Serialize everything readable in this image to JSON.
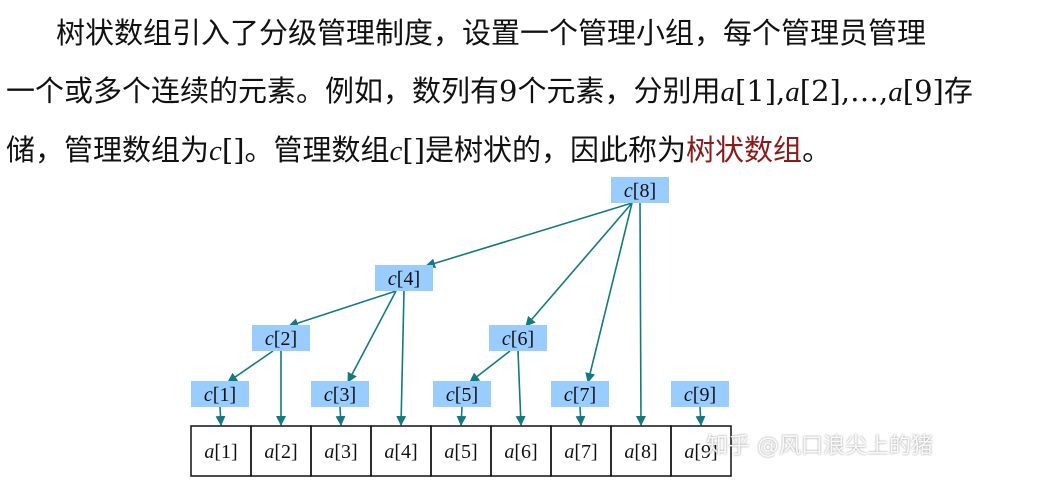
{
  "paragraph": {
    "line1": "树状数组引入了分级管理制度，设置一个管理小组，每个管理员管理",
    "line2_a": "一个或多个连续的元素。例如，数列有9个元素，分别用",
    "line2_v1": "a",
    "line2_b": "[1],",
    "line2_v2": "a",
    "line2_c": "[2],…,",
    "line2_v3": "a",
    "line2_d": "[9]存",
    "line3_a": "储，管理数组为",
    "line3_v1": "c",
    "line3_b": "[]。管理数组",
    "line3_v2": "c",
    "line3_c": "[]是树状的，因此称为",
    "line3_highlight": "树状数组",
    "line3_end": "。"
  },
  "colors": {
    "node_fill": "#99ccff",
    "arrow": "#137a80",
    "highlight": "#8b1a1a"
  },
  "tree": {
    "nodes": [
      {
        "var": "c",
        "idx": "[1]"
      },
      {
        "var": "c",
        "idx": "[2]"
      },
      {
        "var": "c",
        "idx": "[3]"
      },
      {
        "var": "c",
        "idx": "[4]"
      },
      {
        "var": "c",
        "idx": "[5]"
      },
      {
        "var": "c",
        "idx": "[6]"
      },
      {
        "var": "c",
        "idx": "[7]"
      },
      {
        "var": "c",
        "idx": "[8]"
      },
      {
        "var": "c",
        "idx": "[9]"
      }
    ],
    "cells": [
      {
        "var": "a",
        "idx": "[1]"
      },
      {
        "var": "a",
        "idx": "[2]"
      },
      {
        "var": "a",
        "idx": "[3]"
      },
      {
        "var": "a",
        "idx": "[4]"
      },
      {
        "var": "a",
        "idx": "[5]"
      },
      {
        "var": "a",
        "idx": "[6]"
      },
      {
        "var": "a",
        "idx": "[7]"
      },
      {
        "var": "a",
        "idx": "[8]"
      },
      {
        "var": "a",
        "idx": "[9]"
      }
    ],
    "edges": [
      {
        "from": "c[8]",
        "to": "c[4]"
      },
      {
        "from": "c[8]",
        "to": "c[6]"
      },
      {
        "from": "c[8]",
        "to": "c[7]"
      },
      {
        "from": "c[8]",
        "to": "a[8]"
      },
      {
        "from": "c[4]",
        "to": "c[2]"
      },
      {
        "from": "c[4]",
        "to": "c[3]"
      },
      {
        "from": "c[4]",
        "to": "a[4]"
      },
      {
        "from": "c[2]",
        "to": "c[1]"
      },
      {
        "from": "c[2]",
        "to": "a[2]"
      },
      {
        "from": "c[6]",
        "to": "c[5]"
      },
      {
        "from": "c[6]",
        "to": "a[6]"
      },
      {
        "from": "c[1]",
        "to": "a[1]"
      },
      {
        "from": "c[3]",
        "to": "a[3]"
      },
      {
        "from": "c[5]",
        "to": "a[5]"
      },
      {
        "from": "c[7]",
        "to": "a[7]"
      },
      {
        "from": "c[9]",
        "to": "a[9]"
      }
    ]
  },
  "watermark": "知乎 @风口浪尖上的猪"
}
